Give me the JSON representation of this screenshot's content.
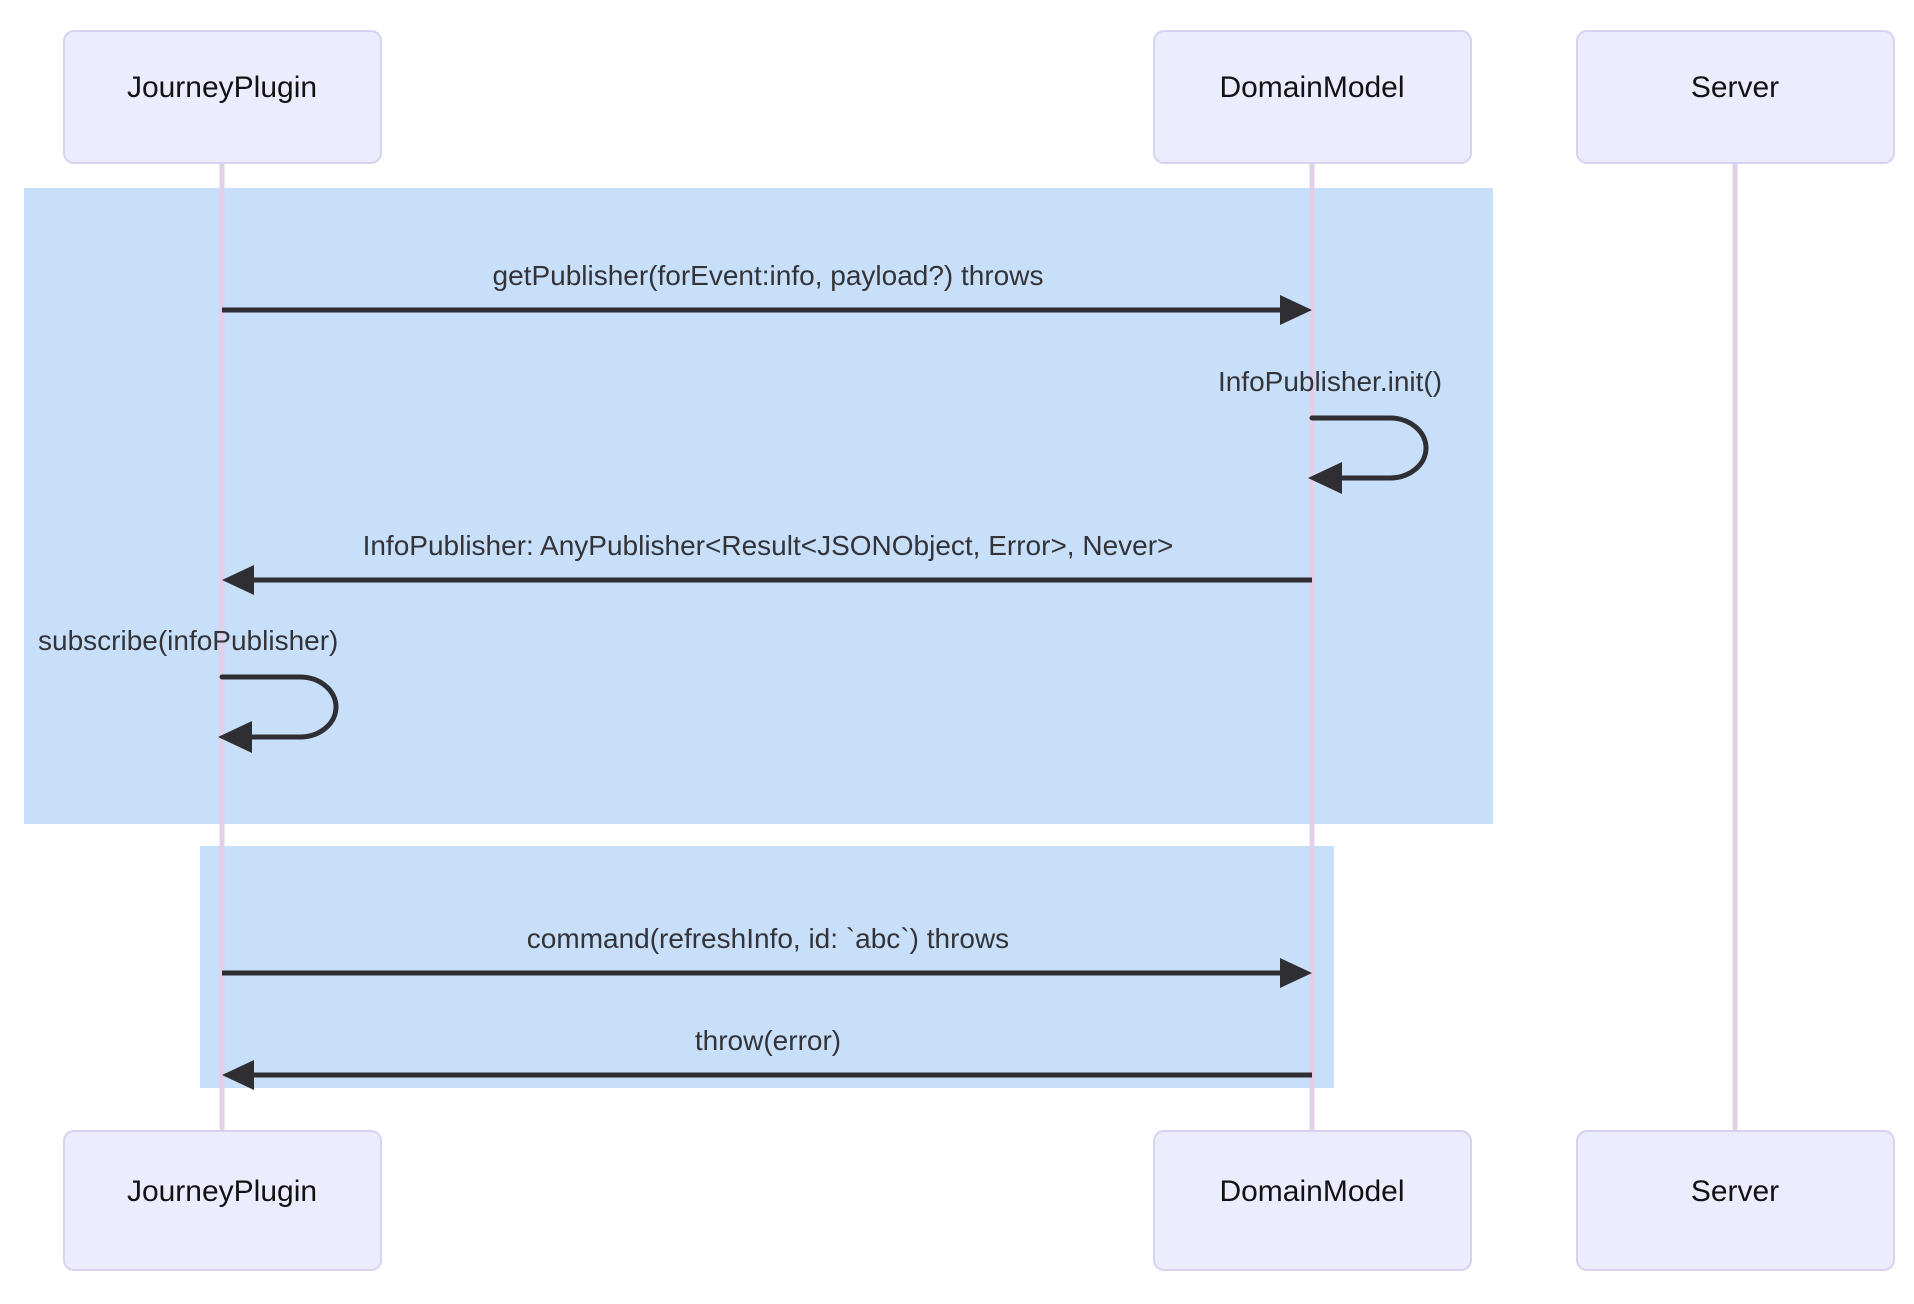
{
  "diagram": {
    "type": "sequence-diagram",
    "title": "",
    "colors": {
      "actor_fill": "#ececff",
      "actor_stroke": "#d8d2f0",
      "lifeline": "#e2cfe8",
      "block_fill": "#c8dffa",
      "arrow": "#2e2e33",
      "label_text": "#333338",
      "actor_text": "#121212",
      "background": "#ffffff"
    },
    "participants": [
      {
        "id": "journeyplugin",
        "label": "JourneyPlugin"
      },
      {
        "id": "domainmodel",
        "label": "DomainModel"
      },
      {
        "id": "server",
        "label": "Server"
      }
    ],
    "blocks": [
      {
        "id": "block-1",
        "label": ""
      },
      {
        "id": "block-2",
        "label": ""
      }
    ],
    "messages": [
      {
        "id": "msg-1",
        "block": "block-1",
        "from": "journeyplugin",
        "to": "domainmodel",
        "direction": "right",
        "kind": "solid-arrow",
        "label": "getPublisher(forEvent:info, payload?) throws"
      },
      {
        "id": "msg-2",
        "block": "block-1",
        "from": "domainmodel",
        "to": "domainmodel",
        "direction": "self",
        "kind": "self-loop",
        "label": "InfoPublisher.init()"
      },
      {
        "id": "msg-3",
        "block": "block-1",
        "from": "domainmodel",
        "to": "journeyplugin",
        "direction": "left",
        "kind": "solid-arrow",
        "label": "InfoPublisher: AnyPublisher<Result<JSONObject, Error>, Never>"
      },
      {
        "id": "msg-4",
        "block": "block-1",
        "from": "journeyplugin",
        "to": "journeyplugin",
        "direction": "self",
        "kind": "self-loop",
        "label": "subscribe(infoPublisher)"
      },
      {
        "id": "msg-5",
        "block": "block-2",
        "from": "journeyplugin",
        "to": "domainmodel",
        "direction": "right",
        "kind": "solid-arrow",
        "label": "command(refreshInfo, id: `abc`) throws"
      },
      {
        "id": "msg-6",
        "block": "block-2",
        "from": "domainmodel",
        "to": "journeyplugin",
        "direction": "left",
        "kind": "solid-arrow",
        "label": "throw(error)"
      }
    ]
  }
}
